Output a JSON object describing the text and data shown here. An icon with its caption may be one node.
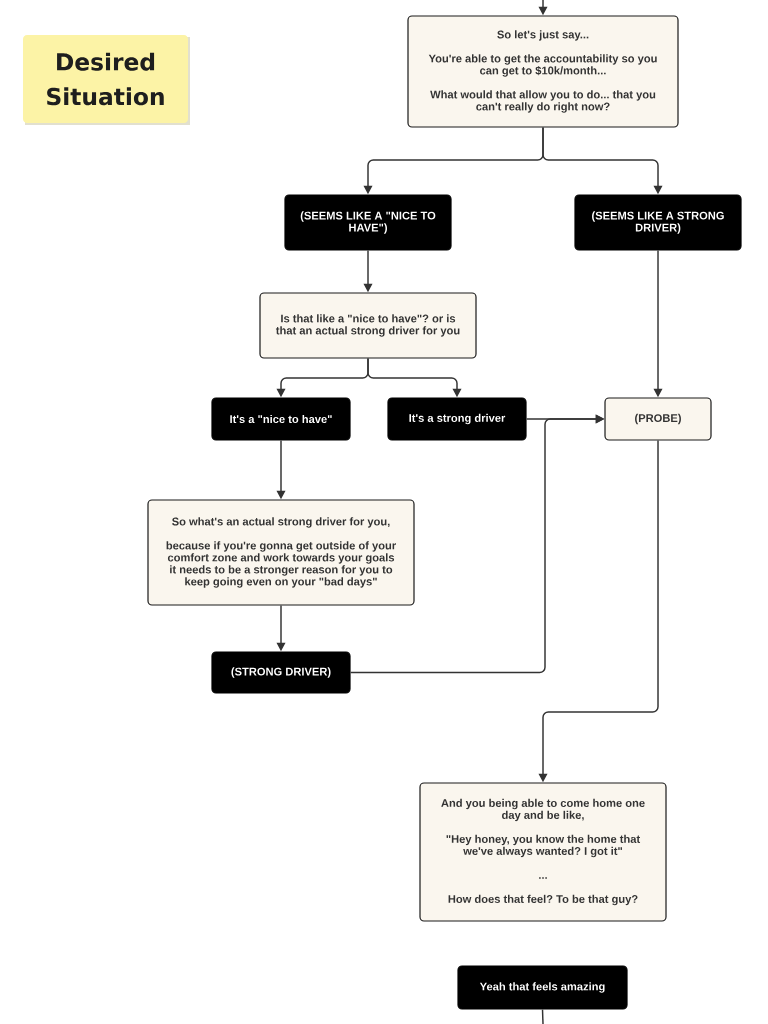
{
  "diagram": {
    "nodes": [
      {
        "text": [
          "Desired Situation"
        ]
      },
      {
        "text": [
          "So let's just say...",
          "You're able to get the accountability so you can get to $10k/month...",
          "What would that allow you to do... that you can't really do right now?"
        ]
      },
      {
        "text": [
          "(SEEMS LIKE A \"NICE TO HAVE\")"
        ]
      },
      {
        "text": [
          "(SEEMS LIKE A STRONG DRIVER)"
        ]
      },
      {
        "text": [
          "Is that like a \"nice to have\"? or is that an actual strong driver for you"
        ]
      },
      {
        "text": [
          "It's a \"nice to have\""
        ]
      },
      {
        "text": [
          "It's a strong driver"
        ]
      },
      {
        "text": [
          "(PROBE)"
        ]
      },
      {
        "text": [
          "So what's an actual strong driver for you,",
          "because if you're gonna get outside of your comfort zone and work towards your goals it needs to be a stronger reason for you to keep going even on your \"bad days\""
        ]
      },
      {
        "text": [
          "(STRONG DRIVER)"
        ]
      },
      {
        "text": [
          "And you being able to come home one day and be like,",
          "\"Hey honey, you know the home that we've always wanted? I got it\"",
          "...",
          "How does that feel? To be that guy?"
        ]
      },
      {
        "text": [
          "Yeah that feels amazing"
        ]
      }
    ],
    "edges": [
      {
        "from": null,
        "to": 1,
        "arrow": "to"
      },
      {
        "from": 1,
        "to": 2,
        "arrow": "to"
      },
      {
        "from": 1,
        "to": 3,
        "arrow": "to"
      },
      {
        "from": 2,
        "to": 4,
        "arrow": "to"
      },
      {
        "from": 3,
        "to": 7,
        "arrow": "to"
      },
      {
        "from": 4,
        "to": 5,
        "arrow": "to"
      },
      {
        "from": 4,
        "to": 6,
        "arrow": "to"
      },
      {
        "from": 6,
        "to": 7,
        "arrow": "to"
      },
      {
        "from": 9,
        "to": 7,
        "arrow": "to"
      },
      {
        "from": 5,
        "to": 8,
        "arrow": "to"
      },
      {
        "from": 8,
        "to": 9,
        "arrow": "to"
      },
      {
        "from": 7,
        "to": 10,
        "arrow": "to"
      },
      {
        "from": 11,
        "to": null,
        "arrow": "none"
      }
    ]
  }
}
